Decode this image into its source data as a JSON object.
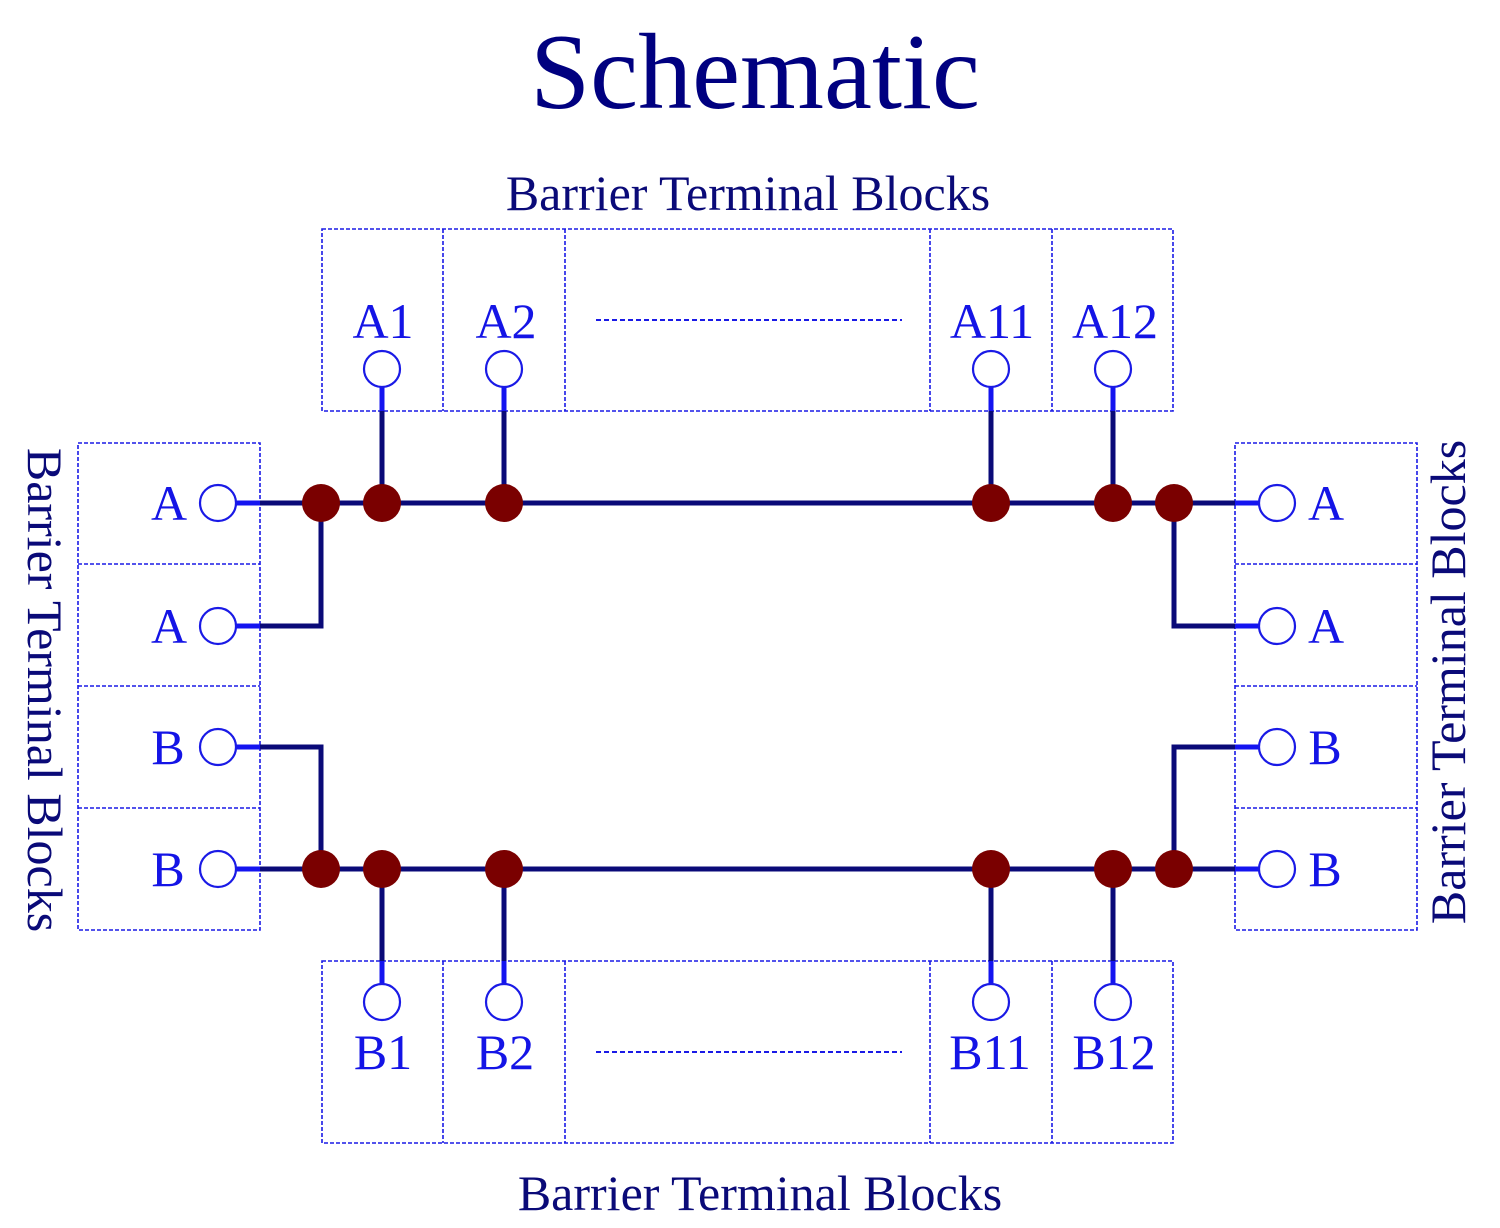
{
  "title": "Schematic",
  "headings": {
    "top": "Barrier Terminal Blocks",
    "bottom": "Barrier Terminal Blocks",
    "left": "Barrier Terminal Blocks",
    "right": "Barrier Terminal Blocks"
  },
  "top_terminals": [
    "A1",
    "A2",
    "A11",
    "A12"
  ],
  "bottom_terminals": [
    "B1",
    "B2",
    "B11",
    "B12"
  ],
  "left_terminals": [
    "A",
    "A",
    "B",
    "B"
  ],
  "right_terminals": [
    "A",
    "A",
    "B",
    "B"
  ],
  "colors": {
    "title": "#000080",
    "label": "#1414e6",
    "wire": "#0a0a78",
    "stub": "#1414f0",
    "node": "#7a0000",
    "box": "#1a1ae6"
  }
}
